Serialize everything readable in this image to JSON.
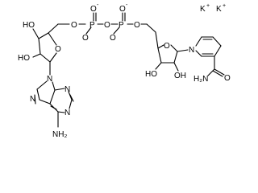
{
  "molecule": {
    "labels": {
      "k1": "K",
      "k1_charge": "+",
      "k2": "K",
      "k2_charge": "+",
      "o_minus_1": "O",
      "o_minus_1_charge": "-",
      "o_minus_2": "O",
      "o_minus_2_charge": "-",
      "p1": "P",
      "p2": "P",
      "p1_o_double": "O",
      "p2_o_double": "O",
      "o_bridge_1": "O",
      "o_bridge_2": "O",
      "o_bridge_3": "O",
      "ring_o_left": "O",
      "ring_o_right": "O",
      "ho_left_top": "HO",
      "ho_left_bottom": "HO",
      "ho_right_bottom": "HO",
      "oh_right_bottom": "OH",
      "n_nicotin": "N",
      "nh2_amide": "H₂N",
      "o_amide": "O",
      "n9": "N",
      "n7": "N",
      "n3": "N",
      "n1": "N",
      "nh2_adenine": "NH₂"
    }
  }
}
